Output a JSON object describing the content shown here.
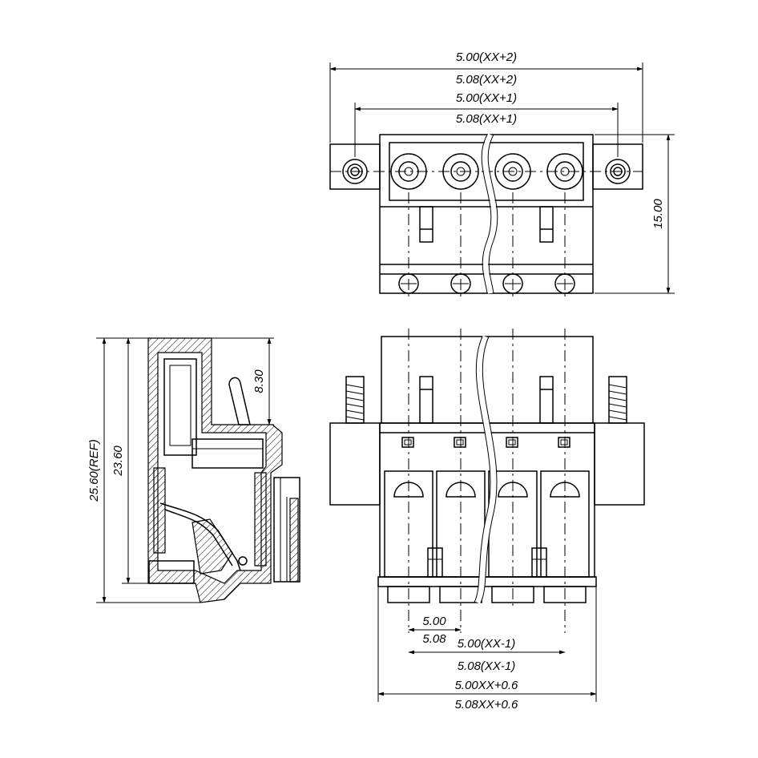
{
  "dimensions": {
    "top_width_outer_a": "5.00(XX+2)",
    "top_width_outer_b": "5.08(XX+2)",
    "top_width_inner_a": "5.00(XX+1)",
    "top_width_inner_b": "5.08(XX+1)",
    "top_height": "15.00",
    "side_total_height": "25.60(REF)",
    "side_body_height": "23.60",
    "side_latch_height": "8.30",
    "pitch_a": "5.00",
    "pitch_b": "5.08",
    "bottom_span_a": "5.00(XX-1)",
    "bottom_span_b": "5.08(XX-1)",
    "bottom_total_a": "5.00XX+0.6",
    "bottom_total_b": "5.08XX+0.6"
  }
}
